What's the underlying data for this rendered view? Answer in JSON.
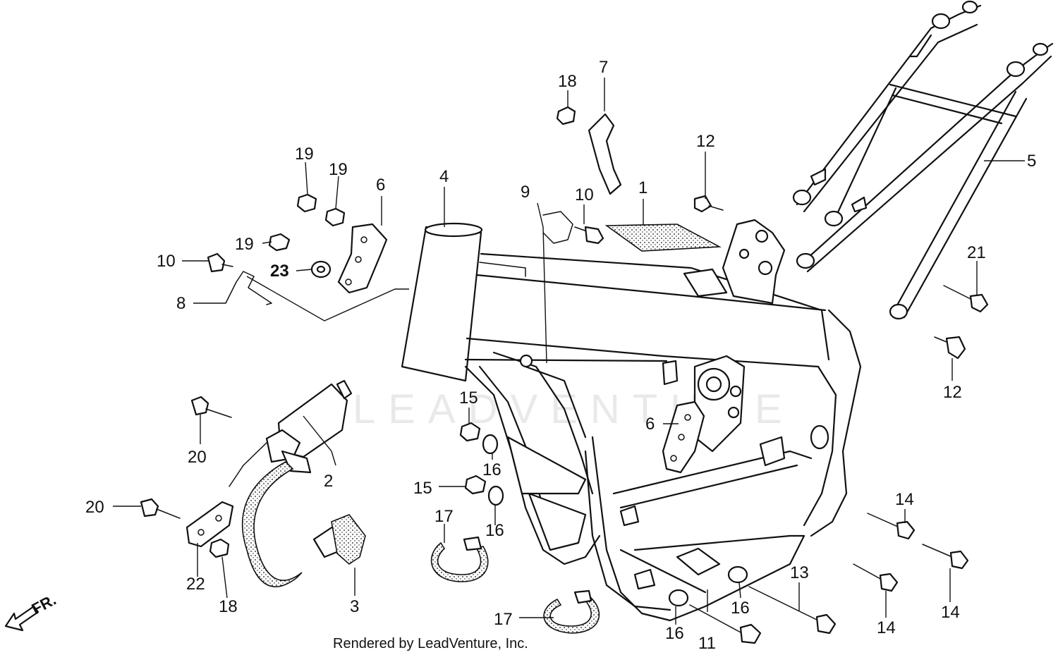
{
  "labels": {
    "l1": "1",
    "l2": "2",
    "l3": "3",
    "l4": "4",
    "l5": "5",
    "l6a": "6",
    "l6b": "6",
    "l7": "7",
    "l8": "8",
    "l9": "9",
    "l10a": "10",
    "l10b": "10",
    "l11": "11",
    "l12a": "12",
    "l12b": "12",
    "l13": "13",
    "l14a": "14",
    "l14b": "14",
    "l14c": "14",
    "l15a": "15",
    "l15b": "15",
    "l16a": "16",
    "l16b": "16",
    "l16c": "16",
    "l16d": "16",
    "l17a": "17",
    "l17b": "17",
    "l18a": "18",
    "l18b": "18",
    "l19a": "19",
    "l19b": "19",
    "l19c": "19",
    "l20a": "20",
    "l20b": "20",
    "l21": "21",
    "l22": "22",
    "l23": "23"
  },
  "watermark": "LEADVENTURE",
  "direction_label": "FR.",
  "credit": "Rendered by LeadVenture, Inc."
}
